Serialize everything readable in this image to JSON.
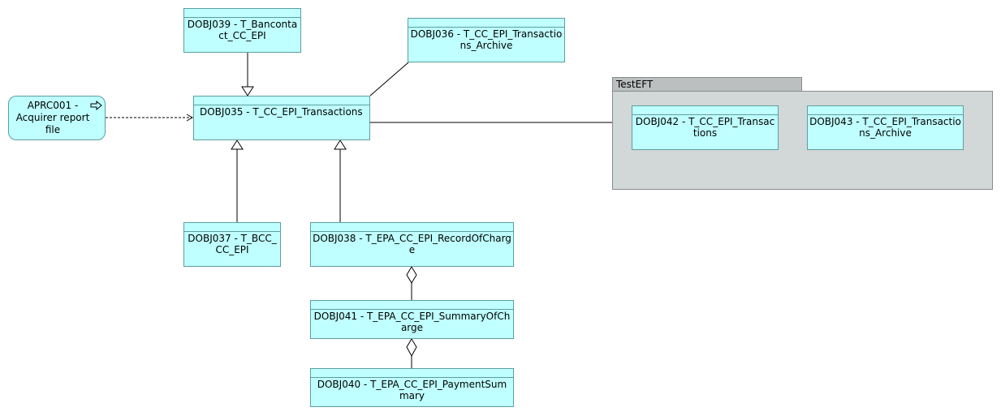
{
  "group": {
    "title": "TestEFT"
  },
  "process": {
    "label": "APRC001 - Acquirer report file",
    "icon": "process-arrow-icon"
  },
  "objects": {
    "dobj039": "DOBJ039 - T_Bancontact_CC_EPI",
    "dobj036": "DOBJ036 - T_CC_EPI_Transactions_Archive",
    "dobj035": "DOBJ035 - T_CC_EPI_Transactions",
    "dobj037": "DOBJ037 - T_BCC_CC_EPI",
    "dobj038": "DOBJ038 - T_EPA_CC_EPI_RecordOfCharge",
    "dobj041": "DOBJ041 - T_EPA_CC_EPI_SummaryOfCharge",
    "dobj040": "DOBJ040 - T_EPA_CC_EPI_PaymentSummary",
    "dobj042": "DOBJ042 - T_CC_EPI_Transactions",
    "dobj043": "DOBJ043 - T_CC_EPI_Transactions_Archive"
  },
  "colors": {
    "object_fill": "#bfffff",
    "object_border": "#5c9ea0",
    "group_fill": "#d2d7d7",
    "group_tab_fill": "#bcbfc0",
    "line": "#000000"
  }
}
